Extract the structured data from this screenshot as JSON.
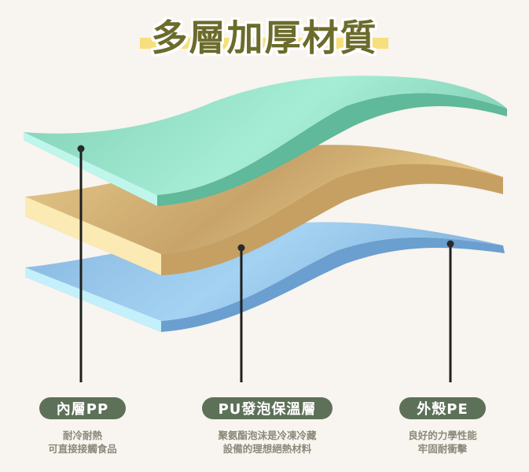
{
  "title": "多層加厚材質",
  "colors": {
    "background": "#f8f4ef",
    "title_text": "#6b6b2c",
    "title_highlight": "#f6df7c",
    "pill_bg": "#5d7158",
    "pill_text": "#ffffff",
    "desc_text": "#8a8a7a",
    "layer_top": "#8fd9bf",
    "layer_middle": "#e2c485",
    "layer_bottom": "#8cbde6"
  },
  "layers": [
    {
      "name": "內層PP",
      "description_lines": [
        "耐冷耐熱",
        "可直接接觸食品"
      ],
      "color": "#8fd9bf"
    },
    {
      "name": "PU發泡保溫層",
      "description_lines": [
        "聚氨酯泡沫是冷凍冷藏",
        "設備的理想絕熱材料"
      ],
      "color": "#e2c485"
    },
    {
      "name": "外殼PE",
      "description_lines": [
        "良好的力學性能",
        "牢固耐衝擊"
      ],
      "color": "#8cbde6"
    }
  ]
}
